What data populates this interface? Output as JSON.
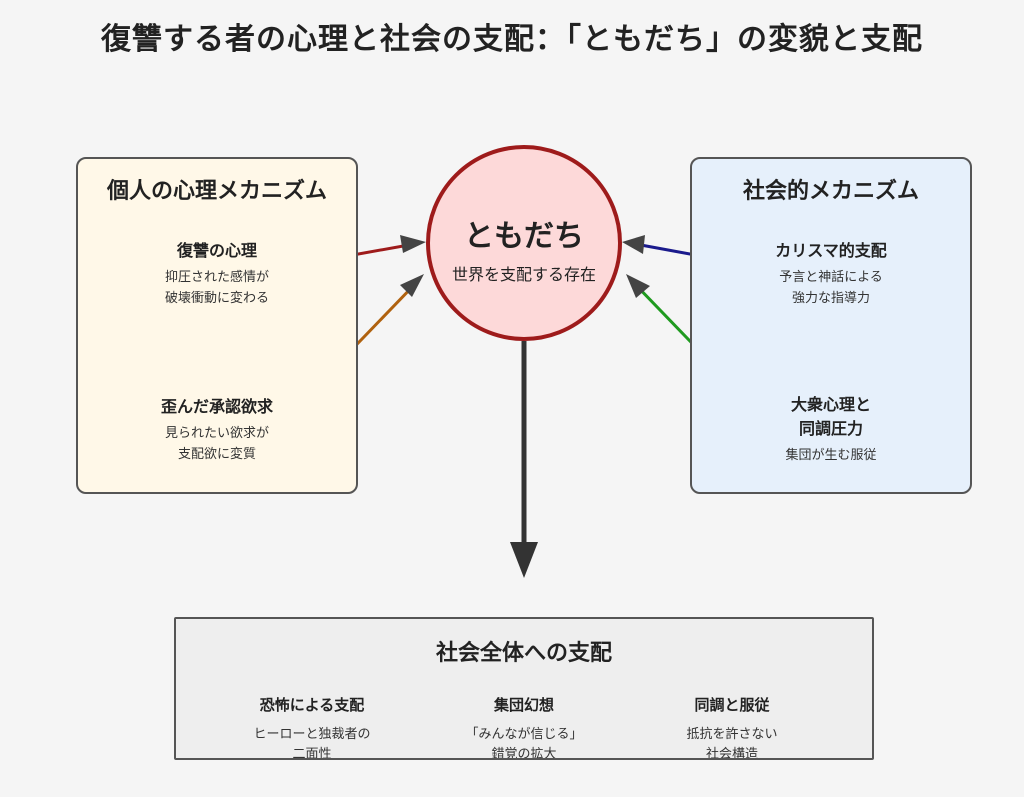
{
  "title": "復讐する者の心理と社会の支配：「ともだち」の変貌と支配",
  "center": {
    "title": "ともだち",
    "subtitle": "世界を支配する存在"
  },
  "left_panel": {
    "title": "個人の心理メカニズム",
    "items": [
      {
        "title": "復讐の心理",
        "desc_lines": [
          "抑圧された感情が",
          "破壊衝動に変わる"
        ]
      },
      {
        "title": "歪んだ承認欲求",
        "desc_lines": [
          "見られたい欲求が",
          "支配欲に変質"
        ]
      }
    ]
  },
  "right_panel": {
    "title": "社会的メカニズム",
    "items": [
      {
        "title": "カリスマ的支配",
        "desc_lines": [
          "予言と神話による",
          "強力な指導力"
        ]
      },
      {
        "title_lines": [
          "大衆心理と",
          "同調圧力"
        ],
        "desc_lines": [
          "集団が生む服従"
        ]
      }
    ]
  },
  "bottom_panel": {
    "title": "社会全体への支配",
    "items": [
      {
        "title": "恐怖による支配",
        "desc_lines": [
          "ヒーローと独裁者の",
          "二面性"
        ]
      },
      {
        "title": "集団幻想",
        "desc_lines": [
          "「みんなが信じる」",
          "錯覚の拡大"
        ]
      },
      {
        "title": "同調と服従",
        "desc_lines": [
          "抵抗を許さない",
          "社会構造"
        ]
      }
    ]
  },
  "colors": {
    "circle_border": "#9e1b1b",
    "arrow_revenge": "#9e1b1b",
    "arrow_approval": "#b0620f",
    "arrow_charisma": "#1a1a8c",
    "arrow_mass": "#1f9a1f",
    "arrow_down": "#333333"
  }
}
